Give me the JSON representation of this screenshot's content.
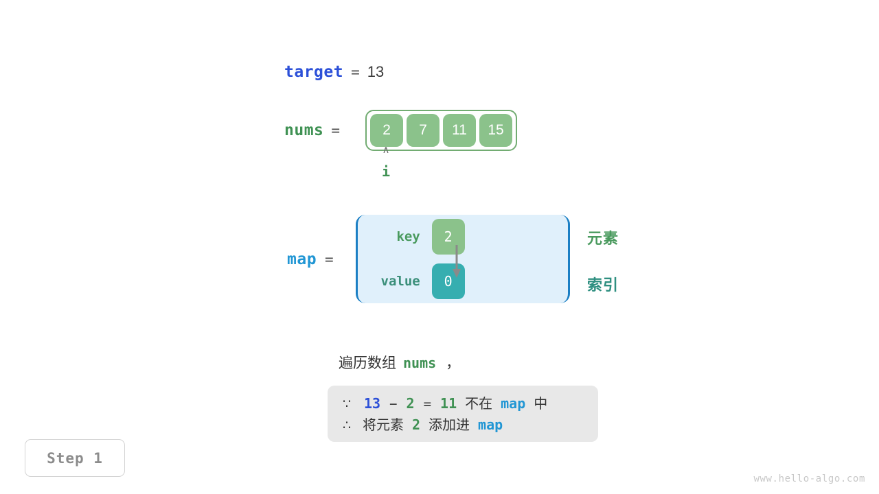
{
  "target": {
    "name": "target",
    "equals": "=",
    "value": "13"
  },
  "nums": {
    "name": "nums",
    "equals": "=",
    "cells": [
      "2",
      "7",
      "11",
      "15"
    ]
  },
  "pointer": {
    "caret": "∧",
    "label": "i"
  },
  "map": {
    "name": "map",
    "equals": "=",
    "key_label": "key",
    "value_label": "value",
    "key_cell": "2",
    "value_cell": "0"
  },
  "legend": {
    "element": "元素",
    "index": "索引"
  },
  "description": {
    "prefix": "遍历数组",
    "code": "nums",
    "comma": "，"
  },
  "reason": {
    "line1": {
      "symbol": "∵",
      "a": "13",
      "minus": "−",
      "b": "2",
      "eq": "=",
      "c": "11",
      "text": "不在",
      "map": "map",
      "tail": "中"
    },
    "line2": {
      "symbol": "∴",
      "text1": "将元素",
      "num": "2",
      "text2": "添加进",
      "map": "map"
    }
  },
  "step_badge": "Step 1",
  "watermark": "www.hello-algo.com",
  "colors": {
    "target_blue": "#2c50d8",
    "nums_green": "#3f9153",
    "map_blue": "#2196d4",
    "cell_green": "#8bc28b",
    "cell_teal": "#36aeb0",
    "panel_blue_bg": "#e0f0fb",
    "panel_border": "#1b7fc4",
    "box_gray": "#e8e8e8",
    "arrow_gray": "#8a8a8a"
  }
}
